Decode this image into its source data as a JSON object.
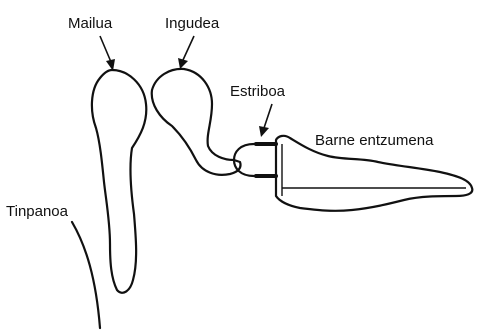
{
  "labels": {
    "malleus": "Mailua",
    "incus": "Ingudea",
    "stapes": "Estriboa",
    "inner_ear": "Barne entzumena",
    "eardrum": "Tinpanoa"
  }
}
